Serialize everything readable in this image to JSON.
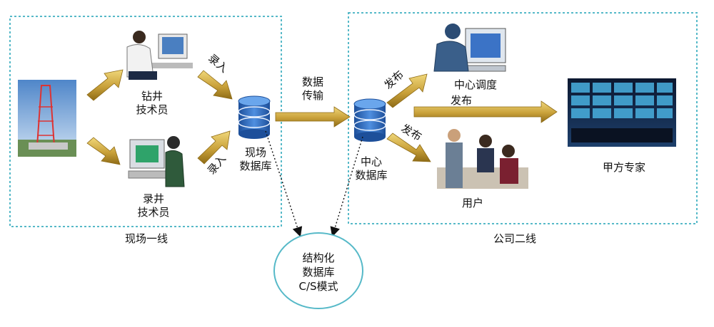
{
  "regions": {
    "site": {
      "label": "现场一线"
    },
    "company": {
      "label": "公司二线"
    }
  },
  "nodes": {
    "rig": {
      "icon": "drilling-rig-photo-icon"
    },
    "drilling_tech": {
      "line1": "钻井",
      "line2": "技术员",
      "icon": "drilling-technician-icon"
    },
    "logging_tech": {
      "line1": "录井",
      "line2": "技术员",
      "icon": "logging-technician-icon"
    },
    "site_db": {
      "line1": "现场",
      "line2": "数据库",
      "icon": "database-icon"
    },
    "center_db": {
      "line1": "中心",
      "line2": "数据库",
      "icon": "database-icon"
    },
    "dispatch": {
      "label": "中心调度",
      "icon": "dispatcher-headset-icon"
    },
    "users": {
      "label": "用户",
      "icon": "users-meeting-icon"
    },
    "experts": {
      "label": "甲方专家",
      "icon": "control-room-screens-icon"
    },
    "structured_db": {
      "line1": "结构化",
      "line2": "数据库",
      "line3": "C/S模式"
    }
  },
  "edges": {
    "entry_top": "录入",
    "entry_bottom": "录入",
    "transfer_line1": "数据",
    "transfer_line2": "传输",
    "publish_dispatch": "发布",
    "publish_experts": "发布",
    "publish_users": "发布"
  },
  "colors": {
    "arrow": "#c9a63a",
    "arrow_dark": "#9c7a1a",
    "region_border": "#56b9c8",
    "db_blue": "#2f6fc4",
    "ellipse_border": "#56b9c8"
  }
}
